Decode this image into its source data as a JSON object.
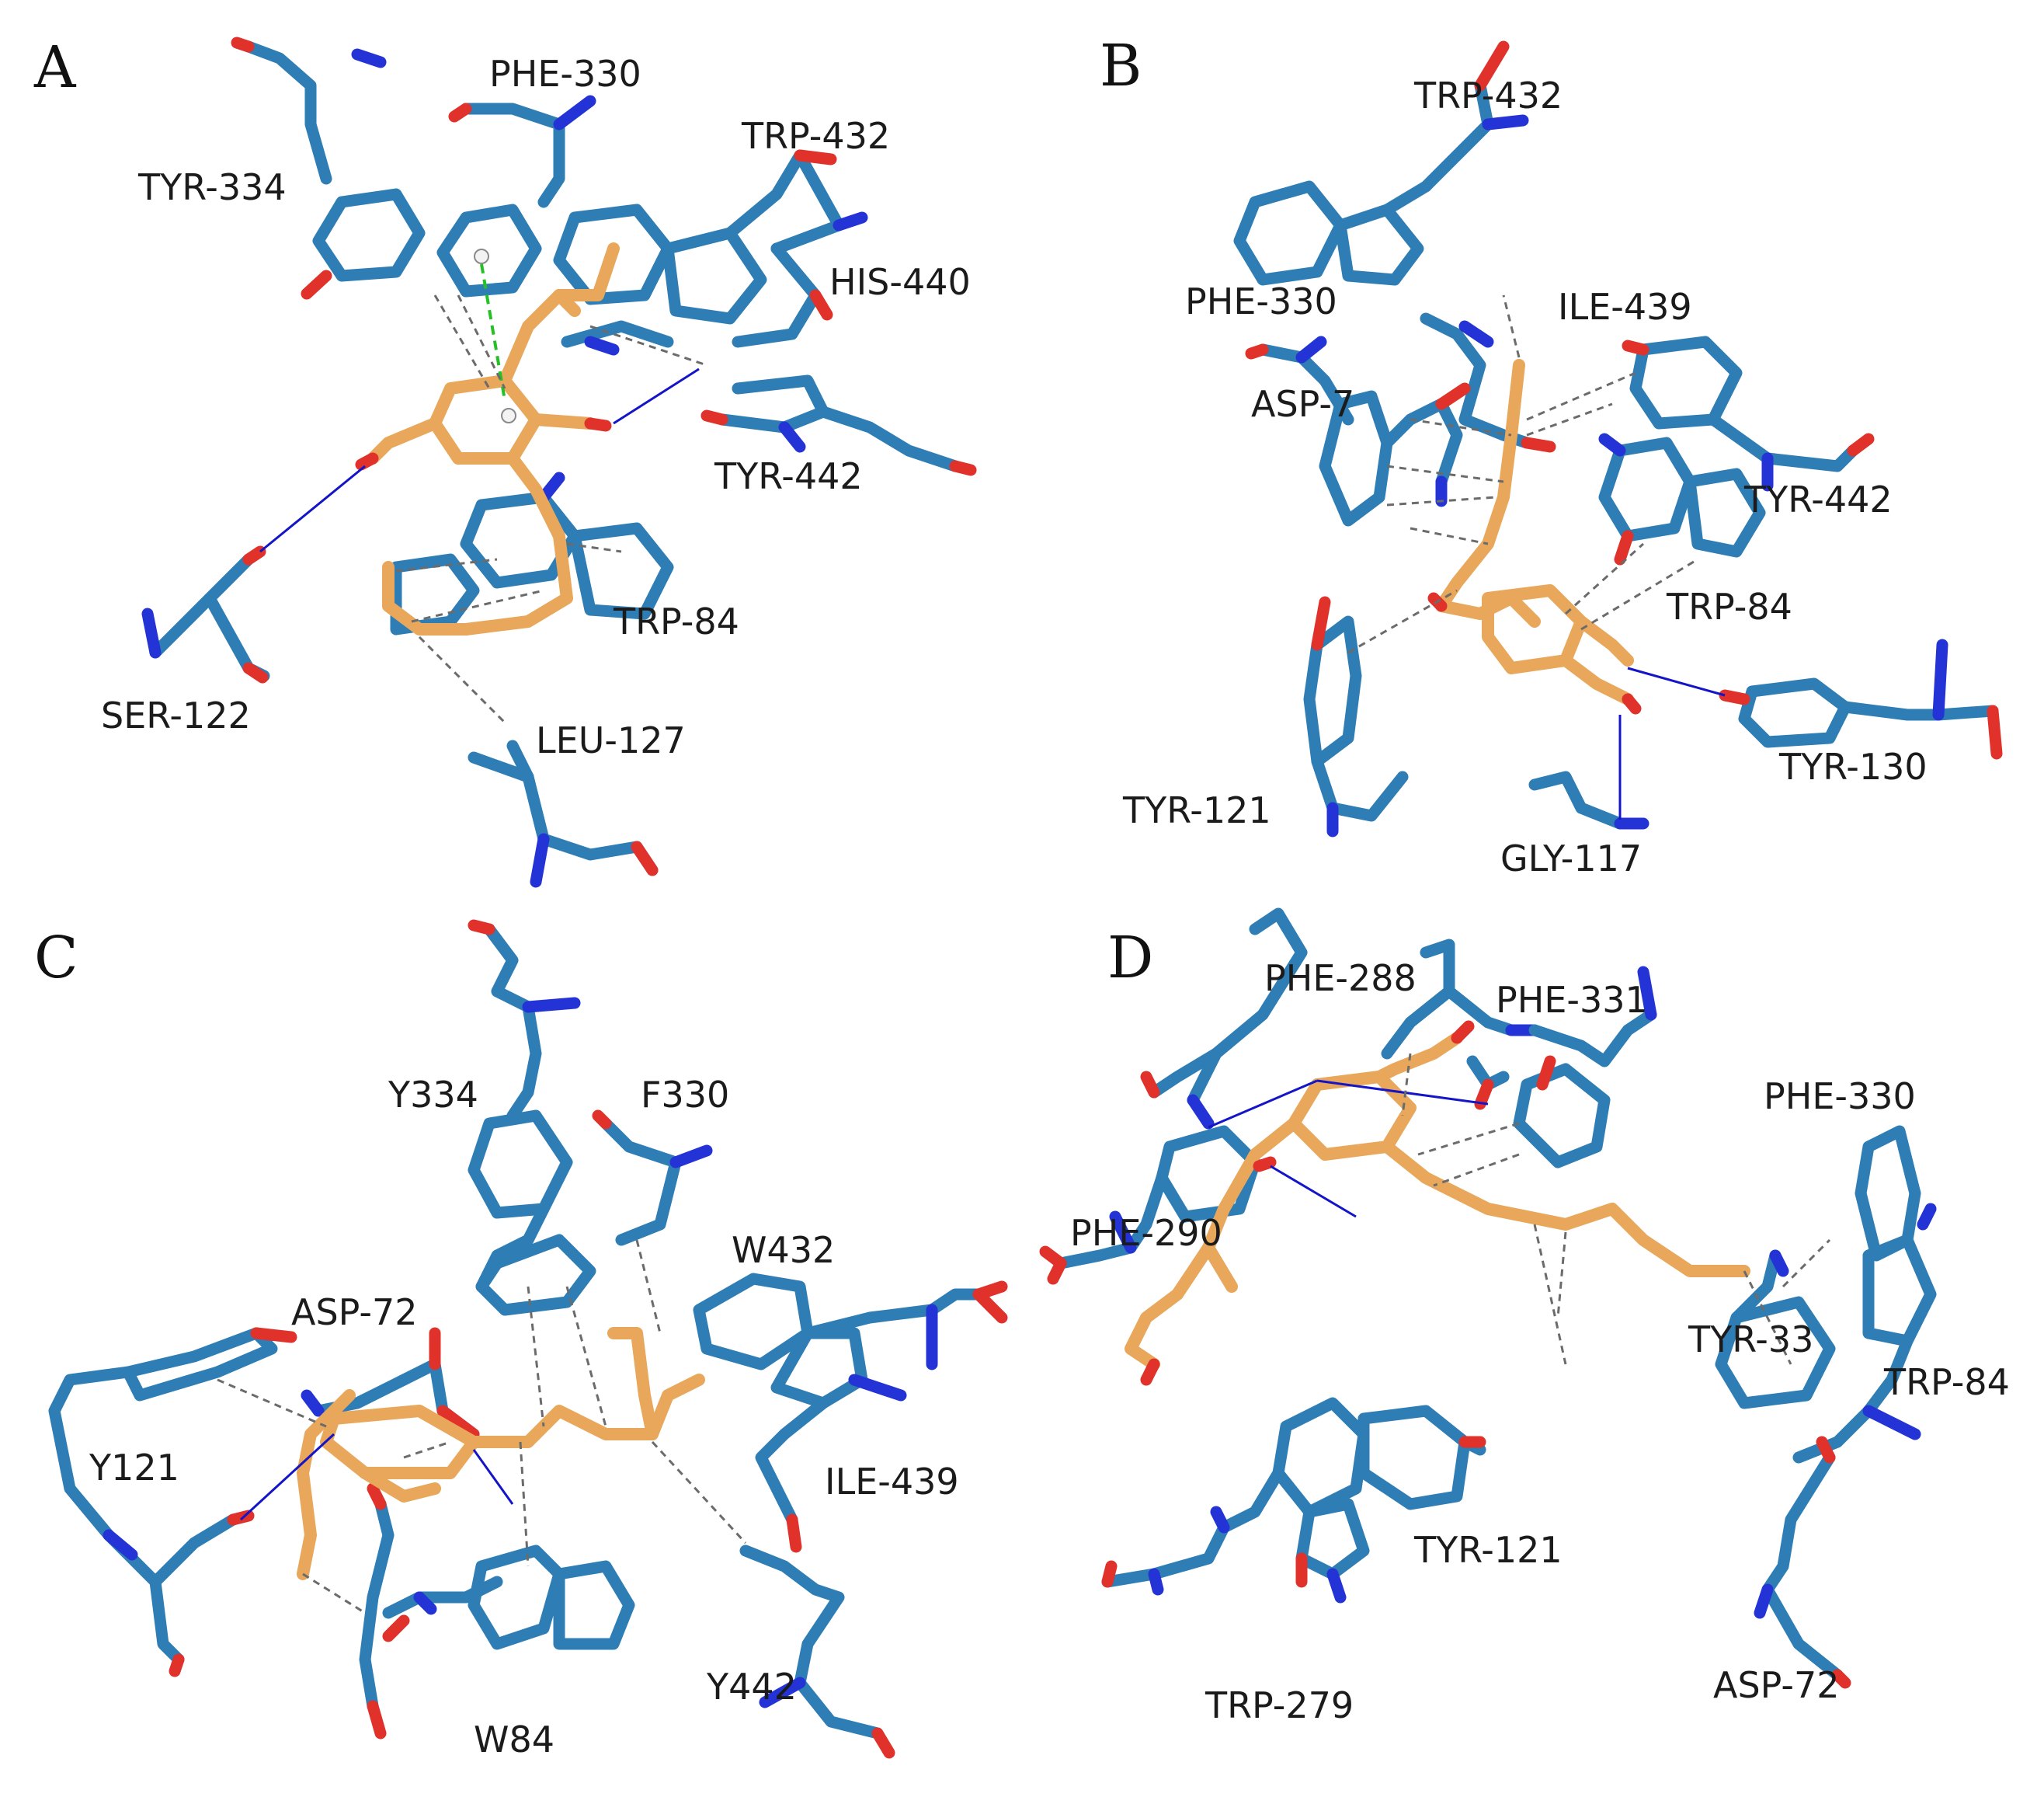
{
  "panels": [
    {
      "letter": "A",
      "residues": [
        "PHE-330",
        "TYR-334",
        "TRP-432",
        "HIS-440",
        "TYR-442",
        "TRP-84",
        "SER-122",
        "LEU-127"
      ]
    },
    {
      "letter": "B",
      "residues": [
        "TRP-432",
        "PHE-330",
        "ILE-439",
        "ASP-7",
        "TYR-442",
        "TRP-84",
        "TYR-130",
        "TYR-121",
        "GLY-117"
      ]
    },
    {
      "letter": "C",
      "residues": [
        "Y334",
        "F330",
        "W432",
        "ASP-72",
        "Y121",
        "ILE-439",
        "Y442",
        "W84"
      ]
    },
    {
      "letter": "D",
      "residues": [
        "PHE-288",
        "PHE-331",
        "PHE-330",
        "PHE-290",
        "TYR-33",
        "TRP-84",
        "TYR-121",
        "TRP-279",
        "ASP-72"
      ]
    }
  ],
  "colors": {
    "residue_carbon": "#2e7db5",
    "ligand": "#e8a75a",
    "nitrogen": "#2433d6",
    "oxygen": "#e0312a",
    "hydrogen_bond": "#1414c8",
    "hydrophobic_contact": "#6b6b6b",
    "pi_stacking": "#25c025"
  }
}
